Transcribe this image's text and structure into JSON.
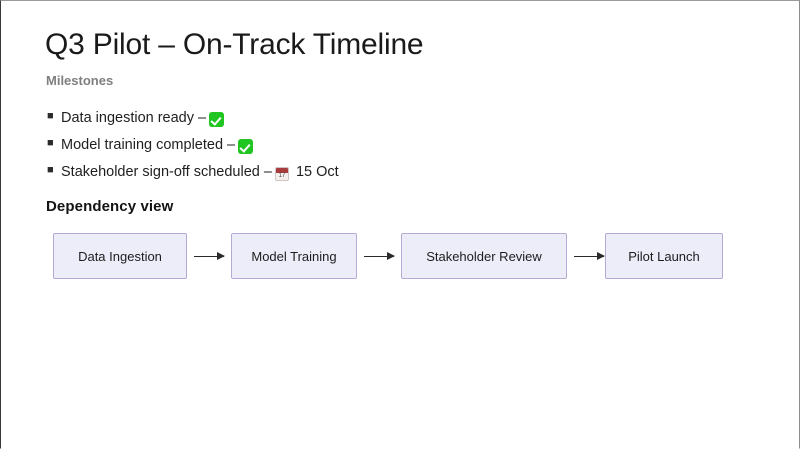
{
  "slide": {
    "title": "Q3 Pilot – On-Track Timeline",
    "section_label": "Milestones",
    "dependency_heading": "Dependency view",
    "milestones": [
      {
        "text": "Data ingestion ready –",
        "status_icon": "white-check-mark-emoji",
        "date": ""
      },
      {
        "text": "Model training completed –",
        "status_icon": "white-check-mark-emoji",
        "date": ""
      },
      {
        "text": "Stakeholder sign-off scheduled –",
        "status_icon": "calendar-emoji",
        "date": "15 Oct"
      }
    ],
    "flow": {
      "nodes": [
        {
          "label": "Data Ingestion"
        },
        {
          "label": "Model Training"
        },
        {
          "label": "Stakeholder Review"
        },
        {
          "label": "Pilot Launch"
        }
      ]
    },
    "colors": {
      "node_fill": "#ededfa",
      "node_border": "#b5abd6",
      "check_green": "#21c521",
      "label_gray": "#7f7f7f",
      "text_dark": "#1a1a1a"
    }
  }
}
